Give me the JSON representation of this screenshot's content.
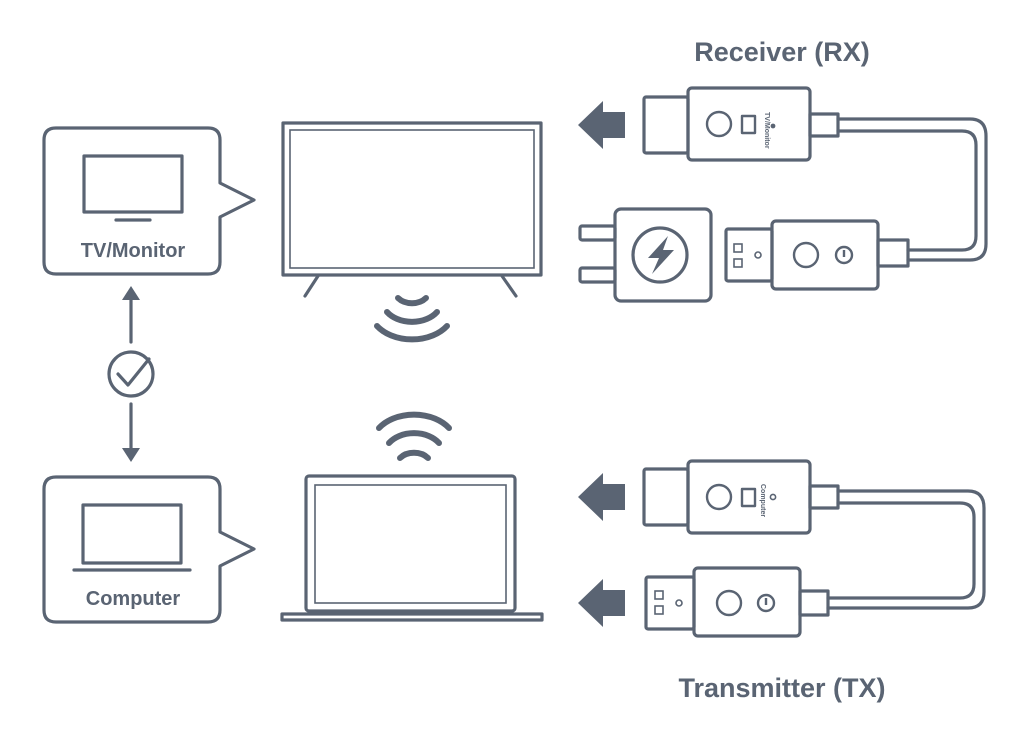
{
  "labels": {
    "receiver": "Receiver (RX)",
    "transmitter": "Transmitter (TX)",
    "tv_monitor": "TV/Monitor",
    "computer": "Computer"
  },
  "dongle_text": {
    "receiver": "TV/Monitor",
    "transmitter": "Computer"
  },
  "icons": [
    "tv-icon",
    "laptop-icon",
    "check-icon",
    "wifi-icon",
    "arrow-left-icon",
    "lightning-icon",
    "power-icon"
  ],
  "colors": {
    "line": "#5a6473",
    "background": "#ffffff"
  }
}
